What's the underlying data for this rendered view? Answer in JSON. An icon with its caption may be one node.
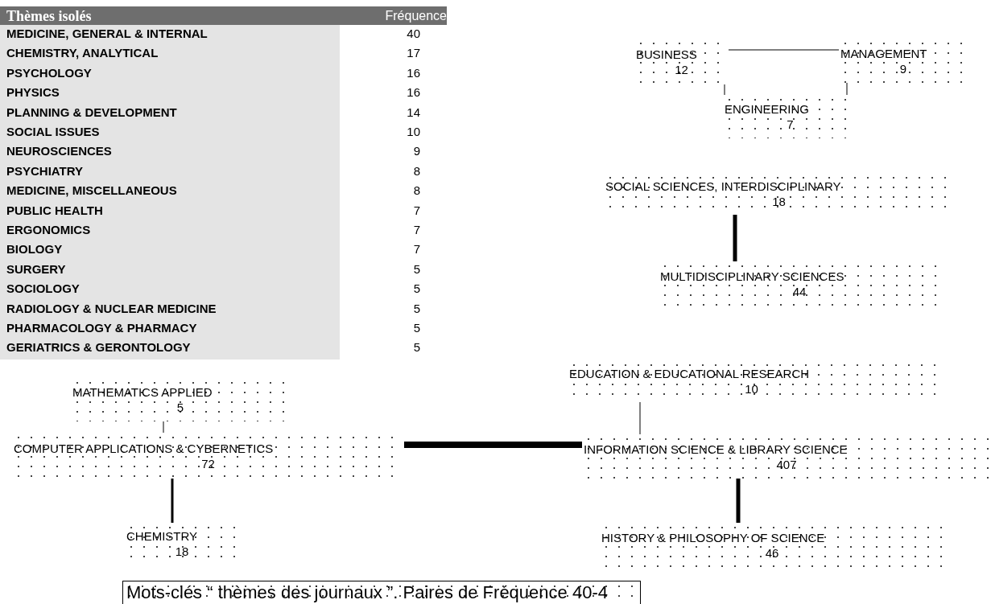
{
  "diagram": {
    "caption": "Mots-clés “ thèmes des journaux ”. Paires de Fréquence 40-4",
    "nodes": [
      {
        "text": [
          "BUSINESS",
          "12"
        ]
      },
      {
        "text": [
          "MANAGEMENT",
          "9"
        ]
      },
      {
        "text": [
          "ENGINEERING",
          "7"
        ]
      },
      {
        "text": [
          "SOCIAL SCIENCES, INTERDISCIPLINARY",
          "18"
        ]
      },
      {
        "text": [
          "MULTIDISCIPLINARY SCIENCES",
          "44"
        ]
      },
      {
        "text": [
          "EDUCATION & EDUCATIONAL RESEARCH",
          "10"
        ]
      },
      {
        "text": [
          "MATHEMATICS APPLIED",
          "5"
        ]
      },
      {
        "text": [
          "COMPUTER APPLICATIONS & CYBERNETICS",
          "72"
        ]
      },
      {
        "text": [
          "INFORMATION SCIENCE & LIBRARY SCIENCE",
          "407"
        ]
      },
      {
        "text": [
          "CHEMISTRY",
          "18"
        ]
      },
      {
        "text": [
          "HISTORY & PHILOSOPHY OF SCIENCE",
          "46"
        ]
      }
    ],
    "edges": [
      {
        "from": 0,
        "to": 1,
        "arrow": "none"
      },
      {
        "from": 0,
        "to": 2,
        "arrow": "none"
      },
      {
        "from": 1,
        "to": 2,
        "arrow": "none"
      },
      {
        "from": 3,
        "to": 4,
        "arrow": "none",
        "style": "thick"
      },
      {
        "from": 6,
        "to": 7,
        "arrow": "none"
      },
      {
        "from": 7,
        "to": 9,
        "arrow": "none",
        "style": "thick"
      },
      {
        "from": 7,
        "to": 8,
        "arrow": "none",
        "style": "thick"
      },
      {
        "from": 5,
        "to": 8,
        "arrow": "none"
      },
      {
        "from": 8,
        "to": 10,
        "arrow": "none",
        "style": "thick"
      }
    ],
    "labels": [
      "Thèmes isolés",
      "Fréquence",
      "MEDICINE, GENERAL & INTERNAL",
      "40",
      "CHEMISTRY, ANALYTICAL",
      "17",
      "PSYCHOLOGY",
      "16",
      "PHYSICS",
      "16",
      "PLANNING & DEVELOPMENT",
      "14",
      "SOCIAL ISSUES",
      "10",
      "NEUROSCIENCES",
      "9",
      "PSYCHIATRY",
      "8",
      "MEDICINE, MISCELLANEOUS",
      "8",
      "PUBLIC HEALTH",
      "7",
      "ERGONOMICS",
      "7",
      "BIOLOGY",
      "7",
      "SURGERY",
      "5",
      "SOCIOLOGY",
      "5",
      "RADIOLOGY & NUCLEAR MEDICINE",
      "5",
      "PHARMACOLOGY & PHARMACY",
      "5",
      "GERIATRICS & GERONTOLOGY",
      "5"
    ]
  }
}
